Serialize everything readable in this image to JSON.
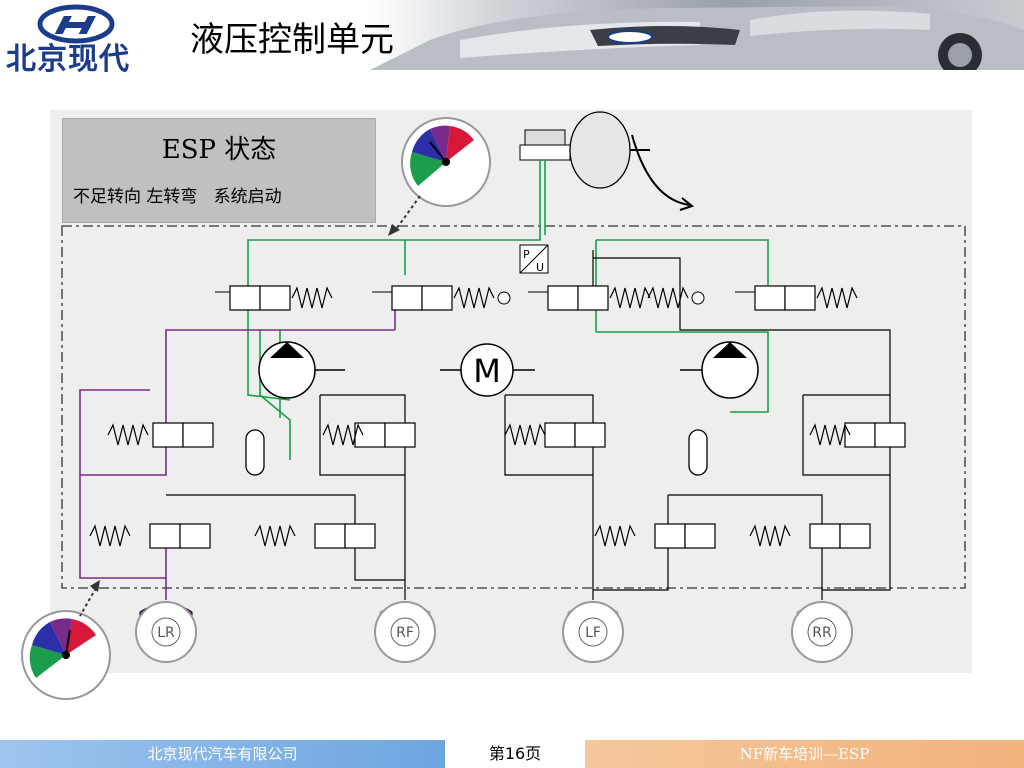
{
  "brand": {
    "logo_text": "北京现代"
  },
  "title": "液压控制单元",
  "esp_box": {
    "title": "ESP 状态",
    "status": "不足转向 左转弯   系统启动"
  },
  "pump_motor_label": "M",
  "pressure_switch_label": "P/U",
  "wheels": {
    "lr": "LR",
    "rf": "RF",
    "lf": "LF",
    "rr": "RR"
  },
  "footer": {
    "left": "北京现代汽车有限公司",
    "page": "第16页",
    "right": "NF新车培训—ESP"
  },
  "colors": {
    "brand_blue": "#1b3b8b",
    "green_line": "#1a9e4b",
    "purple_line": "#7a2a8a",
    "black_line": "#000000"
  }
}
